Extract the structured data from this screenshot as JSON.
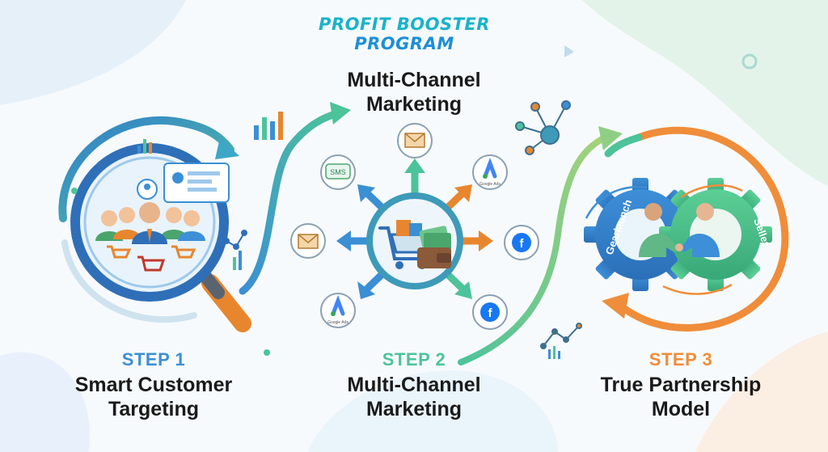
{
  "brand": {
    "line1": "PROFIT BOOSTER",
    "line2": "PROGRAM"
  },
  "top_title": {
    "line1": "Multi-Channel",
    "line2": "Marketing"
  },
  "steps": [
    {
      "label": "STEP 1",
      "title_line1": "Smart Customer",
      "title_line2": "Targeting",
      "color": "#3b8fd4"
    },
    {
      "label": "STEP 2",
      "title_line1": "Multi-Channel",
      "title_line2": "Marketing",
      "color": "#4dc39a"
    },
    {
      "label": "STEP 3",
      "title_line1": "True Partnership",
      "title_line2": "Model",
      "color": "#ef8d3a"
    }
  ],
  "channels": {
    "sms": "SMS",
    "google_ads_top": "Google Ads",
    "google_ads_bottom": "Google Ads",
    "facebook": "f"
  },
  "gears": {
    "left": "Gearlaunch",
    "right": "Seller"
  },
  "icons": [
    "magnifier-icon",
    "profile-card-icon",
    "bar-chart-icon",
    "line-chart-icon",
    "shopping-cart-icon",
    "email-icon",
    "sms-icon",
    "google-ads-icon",
    "facebook-icon",
    "wallet-icon",
    "money-icon",
    "shopping-bag-icon",
    "network-icon",
    "gear-icon",
    "handshake-icon",
    "arrow-icon"
  ]
}
